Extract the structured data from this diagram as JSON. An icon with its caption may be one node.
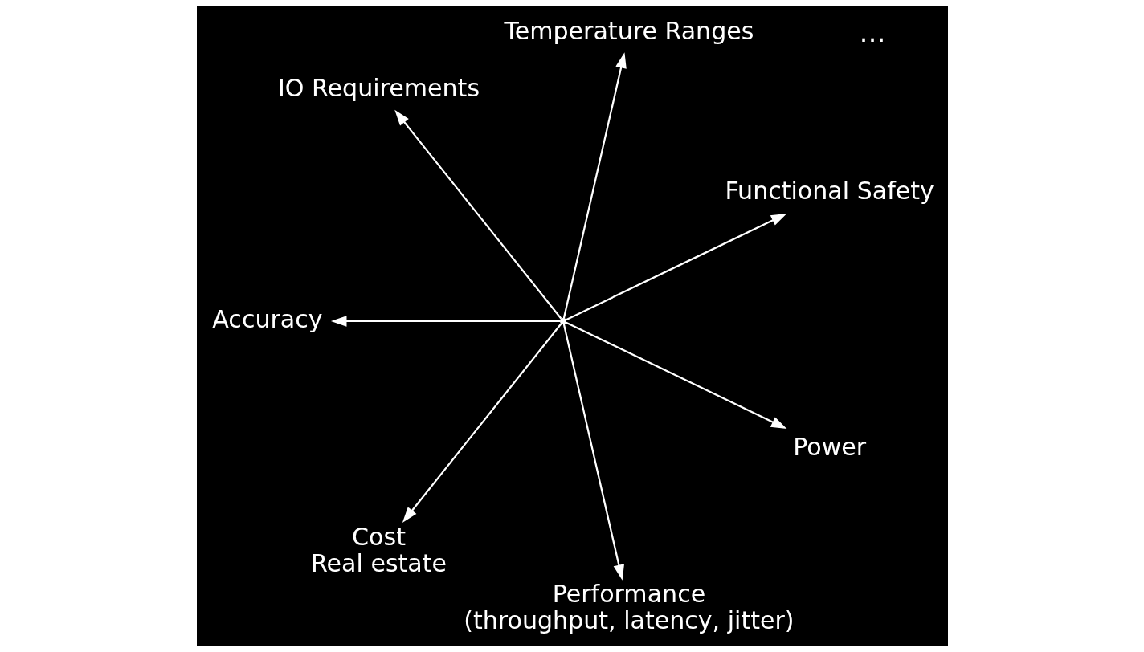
{
  "diagram": {
    "nodes": [
      {
        "text": [],
        "shape": "point"
      },
      {
        "text": [
          "Power"
        ]
      },
      {
        "text": [
          "Performance",
          "(throughput, latency, jitter)"
        ]
      },
      {
        "text": [
          "Cost",
          "Real estate"
        ]
      },
      {
        "text": [
          "Accuracy"
        ]
      },
      {
        "text": [
          "IO Requirements"
        ]
      },
      {
        "text": [
          "Temperature Ranges"
        ]
      },
      {
        "text": [
          "Functional Safety"
        ]
      }
    ],
    "edges": [
      {
        "from": 0,
        "to": 1,
        "arrow": "to"
      },
      {
        "from": 0,
        "to": 2,
        "arrow": "to"
      },
      {
        "from": 0,
        "to": 3,
        "arrow": "to"
      },
      {
        "from": 0,
        "to": 4,
        "arrow": "to"
      },
      {
        "from": 0,
        "to": 5,
        "arrow": "to"
      },
      {
        "from": 0,
        "to": 6,
        "arrow": "to"
      },
      {
        "from": 0,
        "to": 7,
        "arrow": "to"
      }
    ],
    "labels": [
      "…"
    ]
  }
}
